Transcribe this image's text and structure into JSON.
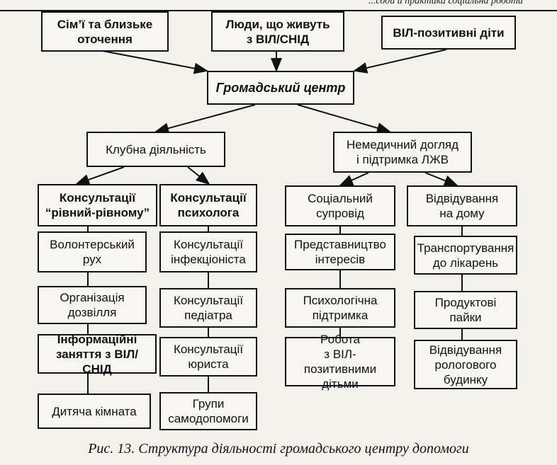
{
  "header": {
    "running_title": "...соди й практика соціальна робота"
  },
  "nodes": {
    "families": "Сім’ї та близьке\nоточення",
    "plwh": "Люди, що живуть\nз ВІЛ/СНІД",
    "hiv_children": "ВІЛ-позитивні діти",
    "center": "Громадський центр",
    "club": "Клубна діяльність",
    "nonmedical": "Немедичний догляд\nі підтримка ЛЖВ",
    "peer": "Консультації\n“рівний-рівному”",
    "psychologist": "Консультації\nпсихолога",
    "social_support": "Соціальний\nсупровід",
    "home_visits": "Відвідування\nна дому",
    "volunteer": "Волонтерський\nрух",
    "leisure": "Організація\nдозвілля",
    "info": "Інформаційні\nзаняття з ВІЛ/СНІД",
    "kids_room": "Дитяча кімната",
    "infectionist": "Консультації\nінфекціоніста",
    "pediatrician": "Консультації\nпедіатра",
    "lawyer": "Консультації\nюриста",
    "self_help": "Групи\nсамодопомоги",
    "advocacy": "Представництво\nінтересів",
    "psych_support": "Психологічна\nпідтримка",
    "work_children": "Робота\nз ВІЛ-позитивними\nдітьми",
    "transport": "Транспортування\nдо лікарень",
    "food": "Продуктові\nпайки",
    "maternity": "Відвідування\npологового\nбудинку"
  },
  "caption": "Рис. 13. Структура діяльності громадського центру допомоги"
}
